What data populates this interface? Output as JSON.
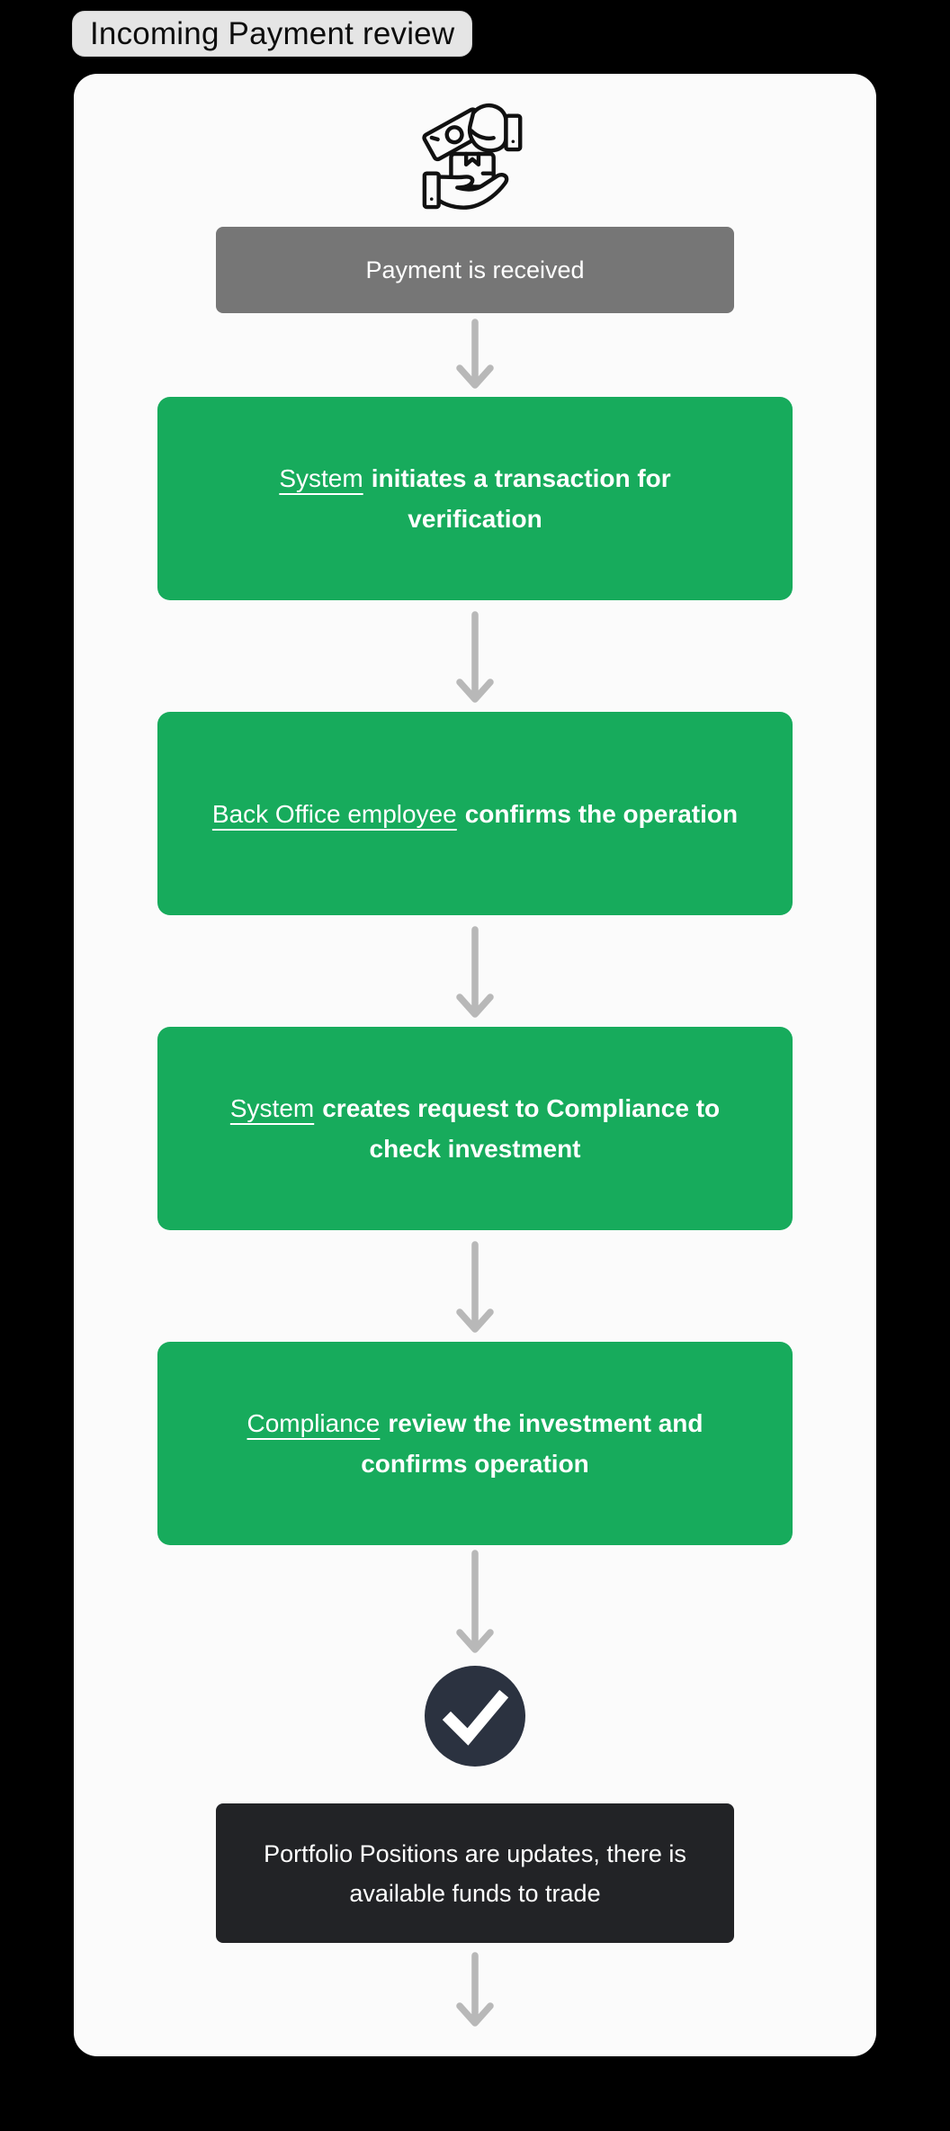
{
  "title": "Incoming Payment review",
  "header_icon": "hand-payment-icon",
  "flow": {
    "start": {
      "label": "Payment is received"
    },
    "steps": [
      {
        "actor": "System",
        "rest": "initiates a transaction for verification"
      },
      {
        "actor": "Back Office employee",
        "rest": "confirms the operation"
      },
      {
        "actor": "System",
        "rest": "creates request to Compliance to check investment"
      },
      {
        "actor": "Compliance",
        "rest": "review the investment and confirms operation"
      }
    ],
    "success_icon": "check-circle-icon",
    "end": {
      "label": "Portfolio Positions are updates, there is available funds to trade"
    }
  },
  "colors": {
    "background": "#000000",
    "card": "#fbfbfb",
    "badge_fill": "#e5e5e5",
    "start_node": "#767676",
    "action_node": "#17ab5c",
    "end_node": "#222326",
    "check_circle": "#2b3240",
    "arrow": "#b8b8b8",
    "node_text": "#ffffff"
  }
}
